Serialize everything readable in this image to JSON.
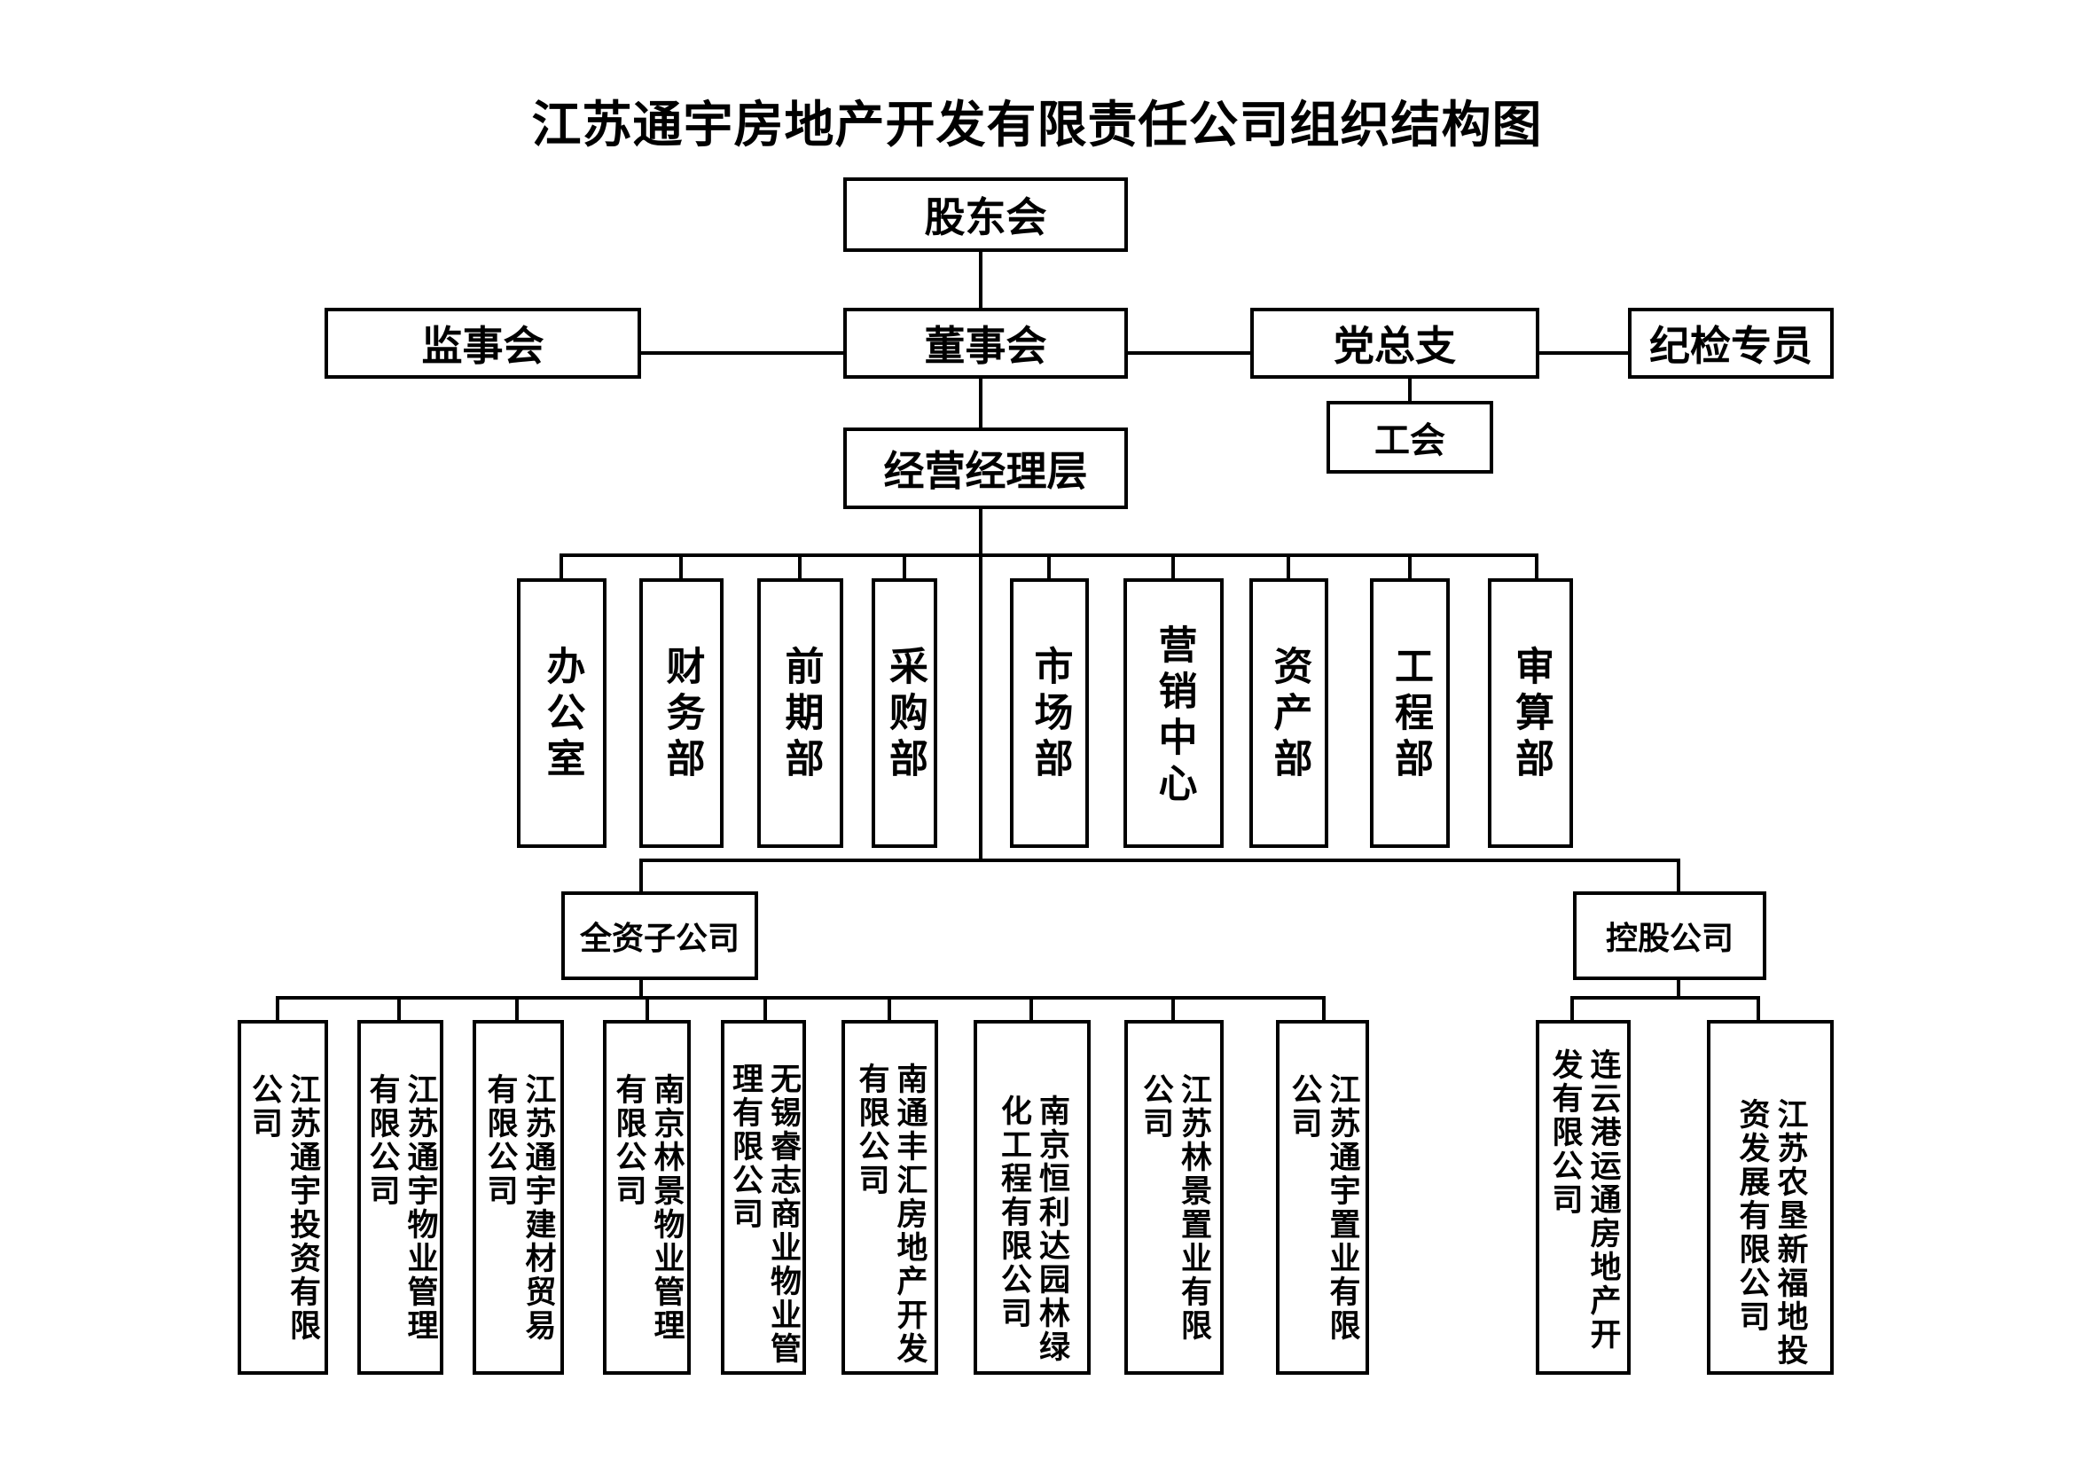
{
  "title": "江苏通宇房地产开发有限责任公司组织结构图",
  "top": {
    "shareholders": "股东会",
    "board": "董事会",
    "supervisors": "监事会",
    "party_branch": "党总支",
    "discipline": "纪检专员",
    "union": "工会",
    "management": "经营经理层"
  },
  "departments": [
    "办公室",
    "财务部",
    "前期部",
    "采购部",
    "市场部",
    "营销中心",
    "资产部",
    "工程部",
    "审算部"
  ],
  "groups": {
    "wholly_owned": "全资子公司",
    "holding": "控股公司"
  },
  "wholly_owned_companies": [
    "江苏通宇投资有限公司",
    "江苏通宇物业管理有限公司",
    "江苏通宇建材贸易有限公司",
    "南京林景物业管理有限公司",
    "无锡睿志商业物业管理有限公司",
    "南通丰汇房地产开发有限公司",
    "南京恒利达园林绿化工程有限公司",
    "江苏林景置业有限公司",
    "江苏通宇置业有限公司"
  ],
  "holding_companies": [
    "连云港运通房地产开发有限公司",
    "江苏农垦新福地投资发展有限公司"
  ]
}
